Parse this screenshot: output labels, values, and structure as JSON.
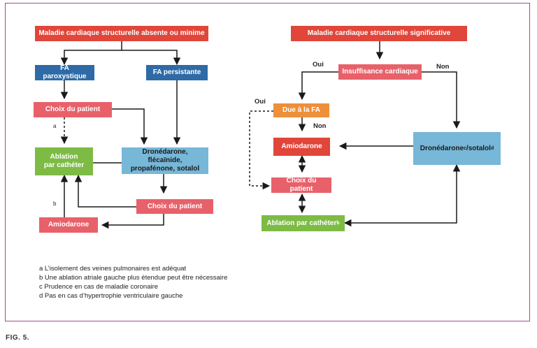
{
  "boxes": {
    "left_top": "Maladie cardiaque structurelle absente ou minime",
    "fa_parox": "FA paroxystique",
    "fa_persist": "FA persistante",
    "choix1": "Choix du patient",
    "ablation_left_line1": "Ablation",
    "ablation_left_line2": "par cathéter",
    "drone_left_line1": "Dronédarone, flécaïnide,",
    "drone_left_line2": "propafénone, sotalol",
    "choix2": "Choix du patient",
    "amio_left": "Amiodarone",
    "right_top": "Maladie cardiaque structurelle significative",
    "insuff": "Insuffisance cardiaque",
    "due_fa": "Due à la FA",
    "amio_right": "Amiodarone",
    "drone_right": "Dronédarone",
    "drone_right_sup1": "c",
    "drone_right_mid": "/sotalol",
    "drone_right_sup2": "d",
    "choix3": "Choix du patient",
    "ablation_right": "Ablation par cathéter",
    "ablation_right_sup": "b"
  },
  "labels": {
    "a": "a",
    "b": "b",
    "oui1": "Oui",
    "non1": "Non",
    "oui2": "Oui",
    "non2": "Non"
  },
  "notes": [
    "a L’isolement des veines pulmonaires est adéquat",
    "b Une ablation atriale gauche plus étendue peut être nécessaire",
    "c Prudence en cas de maladie coronaire",
    "d Pas en cas d’hypertrophie ventriculaire gauche"
  ],
  "figure_label": "FIG. 5.",
  "colors": {
    "frame": "#a04a8a",
    "red": "#e0463a",
    "pink": "#e8616a",
    "blue": "#2e6aa6",
    "light_blue": "#77b7d8",
    "green": "#7dbb45",
    "orange": "#ee8f3a",
    "line": "#1a1a1a"
  }
}
